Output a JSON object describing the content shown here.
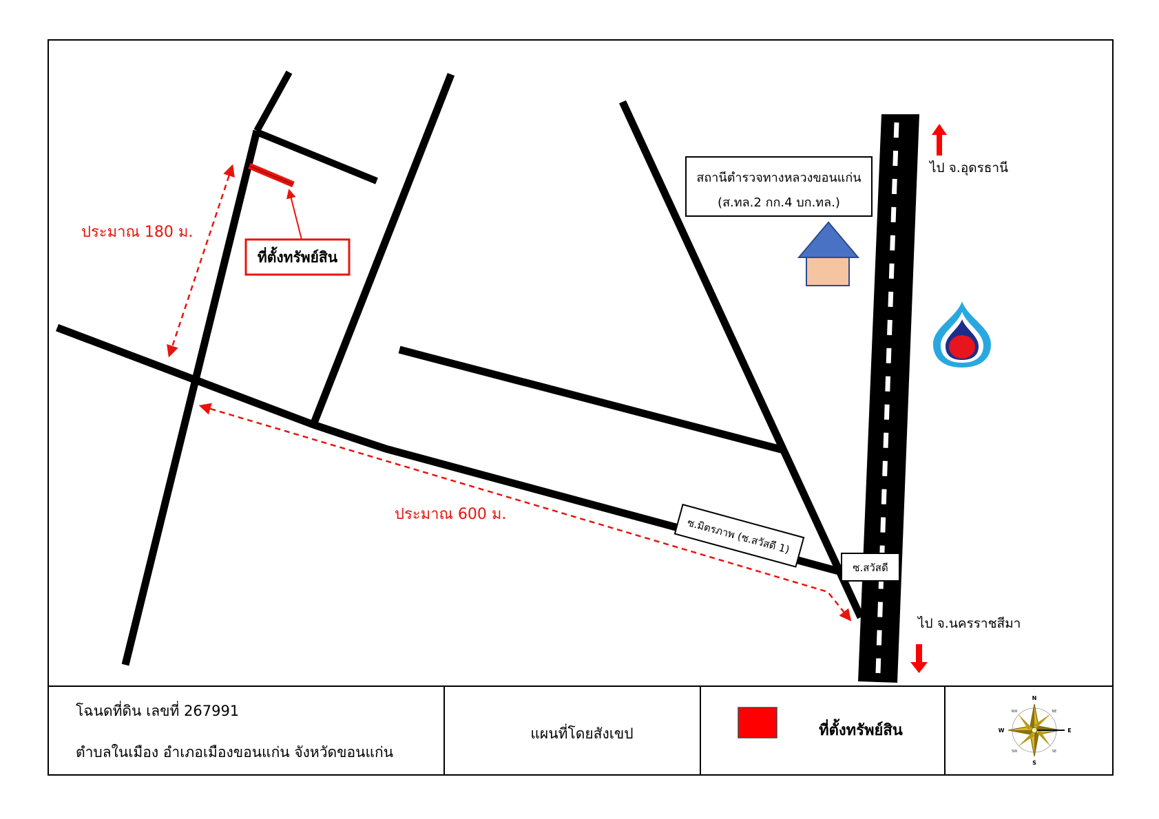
{
  "map": {
    "distance_labels": {
      "north_segment": "ประมาณ 180 ม.",
      "east_segment": "ประมาณ 600 ม."
    },
    "property_label": "ที่ตั้งทรัพย์สิน",
    "police_station": {
      "name": "สถานีตำรวจทางหลวงขอนแก่น",
      "unit": "(ส.ทล.2 กก.4 บก.ทล.)"
    },
    "directions": {
      "north": "ไป จ.อุดรธานี",
      "south": "ไป จ.นครราชสีมา"
    },
    "road_signs": {
      "soi_mittraphap": "ซ.มิตรภาพ (ซ.สวัสดี 1)",
      "soi_sawatdee": "ซ.สวัสดี"
    },
    "colors": {
      "road": "#000000",
      "highway_dash": "#ffffff",
      "marker": "#ff0000",
      "annotation": "#e8140e",
      "police_roof": "#4a72c4",
      "police_wall": "#f5c4a0",
      "fuel_outer": "#29a8e0",
      "fuel_inner": "#1c2d8c",
      "fuel_core": "#e8141e"
    },
    "icons": [
      "police-station-icon",
      "fuel-station-icon",
      "arrow-up-icon",
      "arrow-down-icon"
    ]
  },
  "footer": {
    "deed_line": "โฉนดที่ดิน เลขที่ 267991",
    "location_line": "ตำบลในเมือง อำเภอเมืองขอนแก่น จังหวัดขอนแก่น",
    "map_type": "แผนที่โดยสังเขป",
    "legend_label": "ที่ตั้งทรัพย์สิน",
    "compass_letters": {
      "n": "N",
      "e": "E",
      "s": "S",
      "w": "W"
    },
    "compass_minor": {
      "nw": "NW",
      "ne": "NE",
      "sw": "SW",
      "se": "SE"
    }
  }
}
